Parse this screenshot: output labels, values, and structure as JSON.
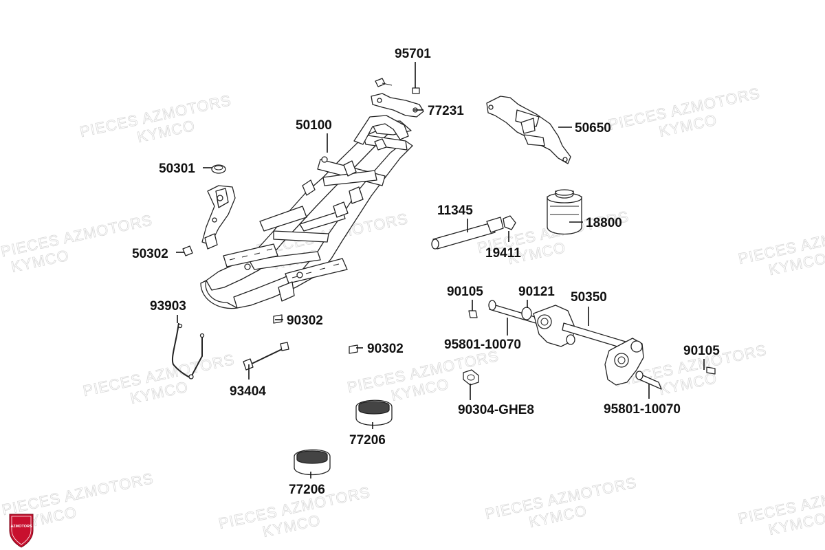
{
  "watermark": {
    "line1": "PIECES AZMOTORS",
    "line2": "KYMCO"
  },
  "logo": {
    "text": "AZMOTORS",
    "color": "#c8102e"
  },
  "parts": [
    {
      "ref": "95701"
    },
    {
      "ref": "77231"
    },
    {
      "ref": "50100"
    },
    {
      "ref": "50650"
    },
    {
      "ref": "50301"
    },
    {
      "ref": "11345"
    },
    {
      "ref": "18800"
    },
    {
      "ref": "19411"
    },
    {
      "ref": "50302"
    },
    {
      "ref": "90105"
    },
    {
      "ref": "90121"
    },
    {
      "ref": "50350"
    },
    {
      "ref": "93903"
    },
    {
      "ref": "90302"
    },
    {
      "ref": "95801-10070"
    },
    {
      "ref": "90302"
    },
    {
      "ref": "90105"
    },
    {
      "ref": "93404"
    },
    {
      "ref": "90304-GHE8"
    },
    {
      "ref": "95801-10070"
    },
    {
      "ref": "77206"
    },
    {
      "ref": "77206"
    }
  ]
}
